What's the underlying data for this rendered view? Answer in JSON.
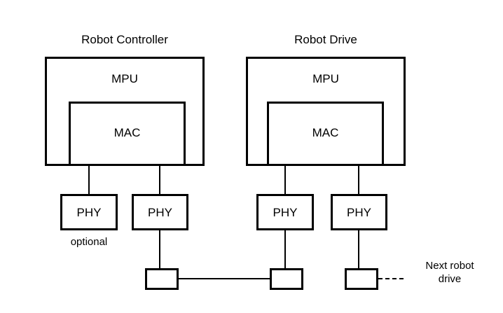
{
  "diagram": {
    "title_left": "Robot Controller",
    "title_right": "Robot Drive",
    "groups": [
      {
        "id": "robot-controller",
        "title": "Robot Controller",
        "mpu_label": "MPU",
        "mac_label": "MAC",
        "phys": [
          {
            "label": "PHY",
            "caption": "optional"
          },
          {
            "label": "PHY",
            "caption": ""
          }
        ]
      },
      {
        "id": "robot-drive",
        "title": "Robot Drive",
        "mpu_label": "MPU",
        "mac_label": "MAC",
        "phys": [
          {
            "label": "PHY",
            "caption": ""
          },
          {
            "label": "PHY",
            "caption": ""
          }
        ]
      }
    ],
    "optional_caption": "optional",
    "next_caption_line1": "Next robot",
    "next_caption_line2": "drive",
    "connectors": [
      {
        "id": "connector-1",
        "label": ""
      },
      {
        "id": "connector-2",
        "label": ""
      },
      {
        "id": "connector-3",
        "label": ""
      }
    ],
    "colors": {
      "stroke": "#000000",
      "background": "#ffffff",
      "text": "#000000"
    }
  }
}
